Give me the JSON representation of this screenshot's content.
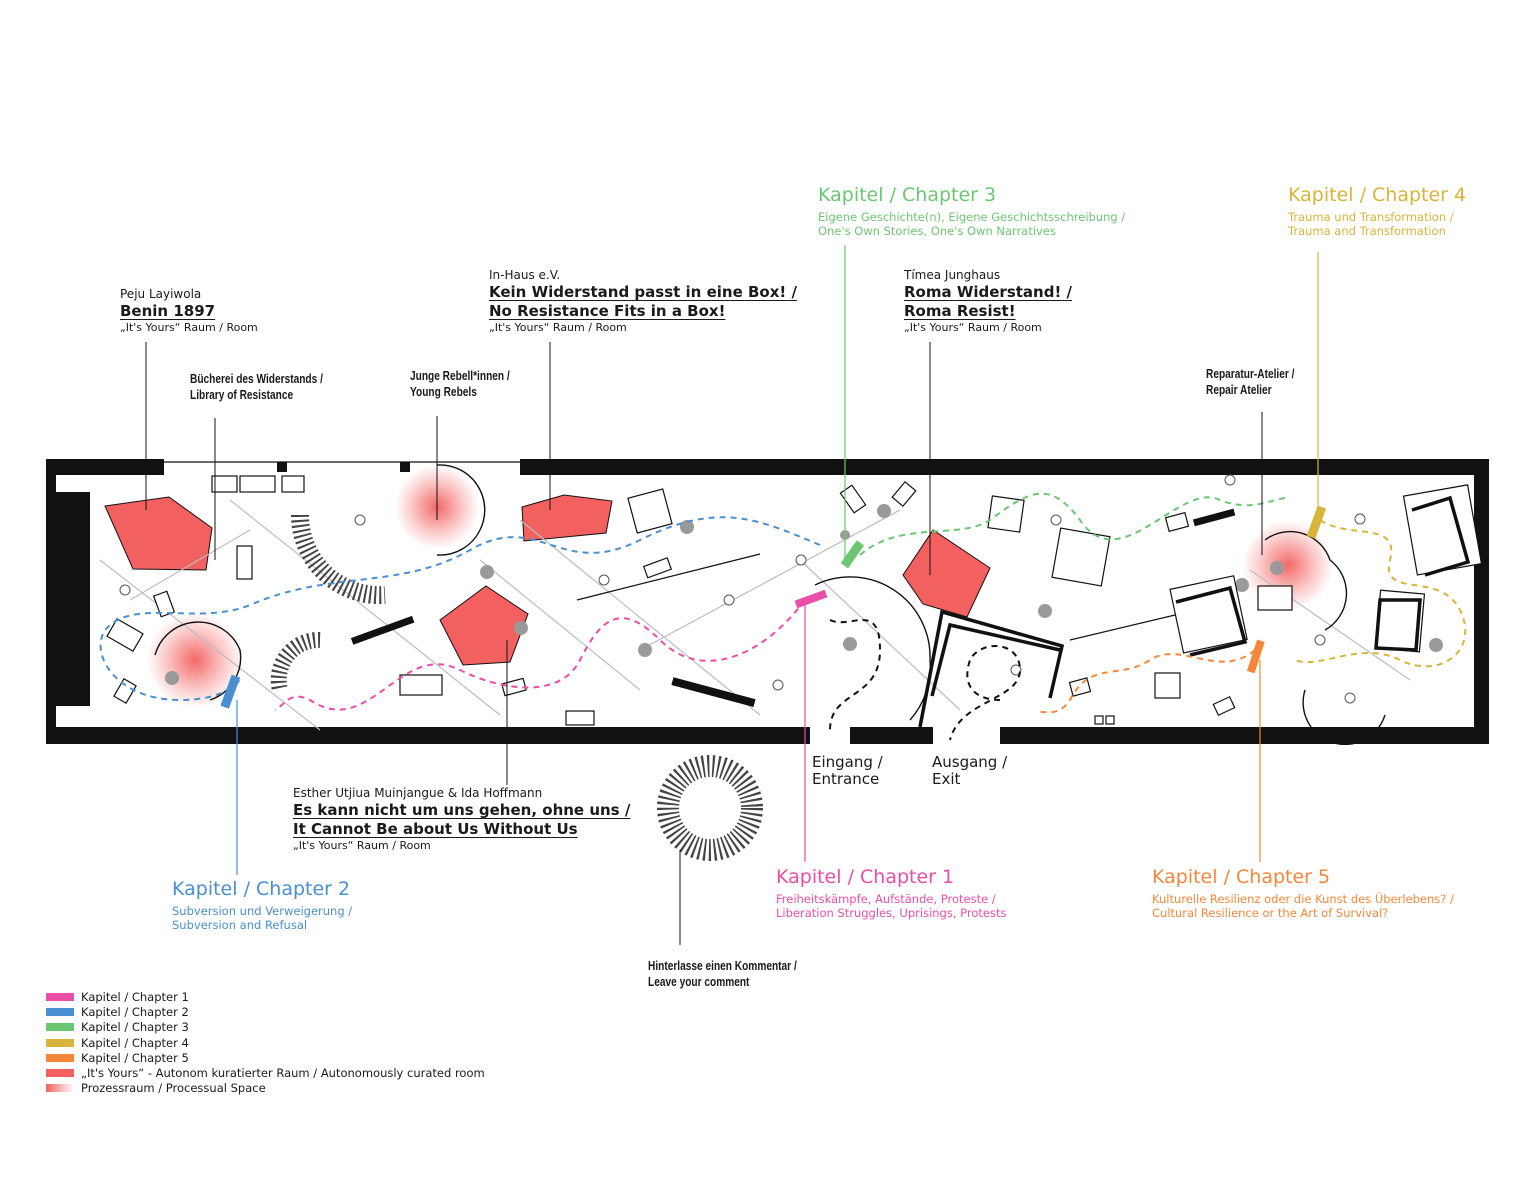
{
  "chapters": [
    {
      "title": "Kapitel / Chapter 1",
      "sub1": "Freiheitskämpfe, Aufstände, Proteste /",
      "sub2": "Liberation Struggles, Uprisings, Protests",
      "color": "#ea4ea8"
    },
    {
      "title": "Kapitel / Chapter 2",
      "sub1": "Subversion und Verweigerung  /",
      "sub2": "Subversion and Refusal",
      "color": "#4a8fd1"
    },
    {
      "title": "Kapitel / Chapter 3",
      "sub1": "Eigene Geschichte(n), Eigene Geschichtsschreibung /",
      "sub2": "One's Own Stories, One's Own Narratives",
      "color": "#6cc672"
    },
    {
      "title": "Kapitel / Chapter 4",
      "sub1": "Trauma und Transformation /",
      "sub2": "Trauma and Transformation",
      "color": "#d9b43a"
    },
    {
      "title": "Kapitel / Chapter 5",
      "sub1": "Kulturelle Resilienz oder die Kunst des Überlebens? /",
      "sub2": "Cultural Resilience or the Art of Survival?",
      "color": "#f5873a"
    }
  ],
  "rooms": [
    {
      "artist": "Peju Layiwola",
      "work": "Benin 1897",
      "work2": "",
      "room": "„It's Yours“ Raum / Room"
    },
    {
      "artist": "In-Haus e.V.",
      "work": "Kein Widerstand passt in eine Box! /",
      "work2": "No Resistance Fits in a Box!",
      "room": "„It's Yours“ Raum / Room"
    },
    {
      "artist": "Tímea Junghaus",
      "work": "Roma Widerstand! /",
      "work2": "Roma Resist!",
      "room": "„It's Yours“ Raum / Room"
    },
    {
      "artist": "Esther Utjiua Muinjangue & Ida Hoffmann",
      "work": "Es kann nicht um uns gehen, ohne uns /",
      "work2": "It Cannot Be about Us Without Us",
      "room": "„It's Yours“ Raum / Room"
    }
  ],
  "spaces": {
    "library": [
      "Bücherei des Widerstands /",
      "Library of Resistance"
    ],
    "rebels": [
      "Junge Rebell*innen /",
      "Young Rebels"
    ],
    "repair": [
      "Reparatur-Atelier /",
      "Repair Atelier"
    ],
    "comment": [
      "Hinterlasse einen Kommentar /",
      "Leave your comment"
    ]
  },
  "doors": {
    "entrance": [
      "Eingang /",
      "Entrance"
    ],
    "exit": [
      "Ausgang /",
      "Exit"
    ]
  },
  "legend": [
    {
      "label": "Kapitel / Chapter 1",
      "color": "#ea4ea8"
    },
    {
      "label": "Kapitel / Chapter 2",
      "color": "#4a8fd1"
    },
    {
      "label": "Kapitel / Chapter 3",
      "color": "#6cc672"
    },
    {
      "label": "Kapitel / Chapter 4",
      "color": "#d9b43a"
    },
    {
      "label": "Kapitel / Chapter 5",
      "color": "#f5873a"
    },
    {
      "label": "„It's Yours“ - Autonom kuratierter Raum / Autonomously curated room",
      "color": "#f26160"
    },
    {
      "label": "Prozessraum / Processual Space",
      "color": "gradient"
    }
  ],
  "colors": {
    "room_fill": "#f26160",
    "wall": "#111111",
    "process": "#f26160"
  }
}
